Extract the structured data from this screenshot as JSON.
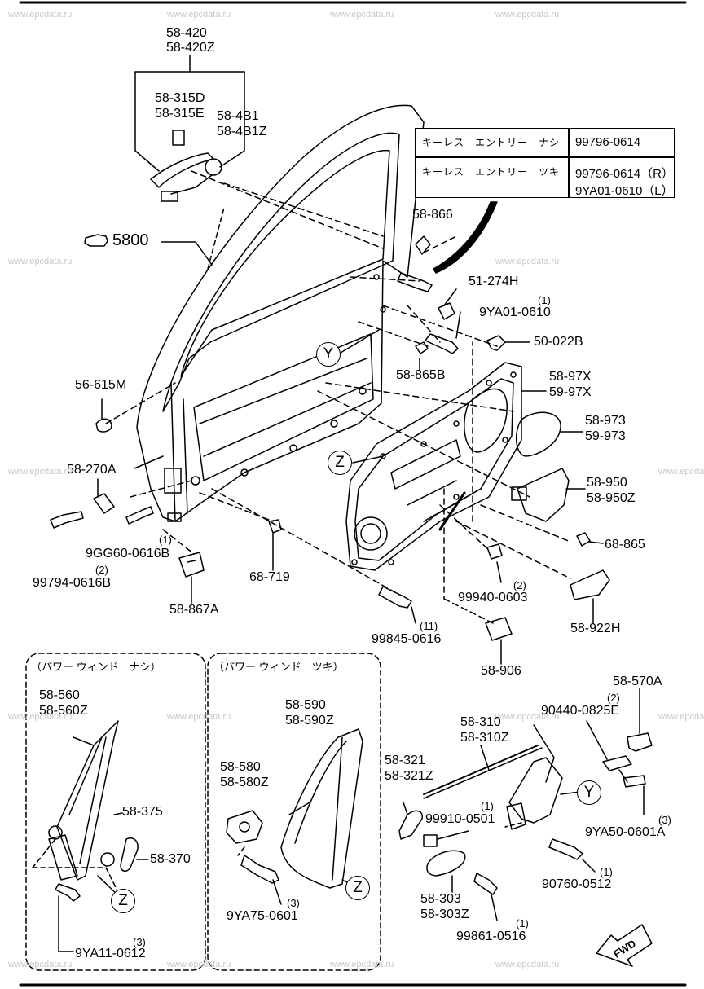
{
  "watermark": "www.epcdata.ru",
  "reference_table": {
    "rows": [
      {
        "name": "キーレス　エントリー　ナシ",
        "code": "99796-0614"
      },
      {
        "name": "キーレス　エントリー　ツキ",
        "code": "99796-0614（R）",
        "code2": "9YA01-0610（L）"
      }
    ]
  },
  "main_ref": "5800",
  "callouts": {
    "y": "Y",
    "z": "Z"
  },
  "sections": {
    "no_power_window": "（パワー ウィンド　ナシ）",
    "power_window": "（パワー ウィンド　ツキ）"
  },
  "labels": {
    "p58_420": "58-420",
    "p58_420Z": "58-420Z",
    "p58_315D": "58-315D",
    "p58_315E": "58-315E",
    "p58_4B1": "58-4B1",
    "p58_4B1Z": "58-4B1Z",
    "p58_866": "58-866",
    "p51_274H": "51-274H",
    "q1_9ya01": "(1)",
    "p9YA01_0610": "9YA01-0610",
    "p50_022B": "50-022B",
    "p58_865B": "58-865B",
    "p56_615M": "56-615M",
    "p58_97X": "58-97X",
    "p59_97X": "59-97X",
    "p58_973": "58-973",
    "p59_973": "59-973",
    "p58_270A": "58-270A",
    "p58_950": "58-950",
    "p58_950Z": "58-950Z",
    "p68_865": "68-865",
    "q1_9gg": "(1)",
    "p9GG60_0616B": "9GG60-0616B",
    "q2_99794": "(2)",
    "p99794_0616B": "99794-0616B",
    "p68_719": "68-719",
    "p58_867A": "58-867A",
    "q2_99940": "(2)",
    "p99940_0603": "99940-0603",
    "q11": "(11)",
    "p99845_0616": "99845-0616",
    "p58_922H": "58-922H",
    "p58_906": "58-906",
    "p58_560": "58-560",
    "p58_560Z": "58-560Z",
    "p58_375": "58-375",
    "p58_370": "58-370",
    "q3_9ya11": "(3)",
    "p9YA11_0612": "9YA11-0612",
    "p58_590": "58-590",
    "p58_590Z": "58-590Z",
    "p58_580": "58-580",
    "p58_580Z": "58-580Z",
    "q3_9ya75": "(3)",
    "p9YA75_0601": "9YA75-0601",
    "p58_570A": "58-570A",
    "q2_90440": "(2)",
    "p90440_0825E": "90440-0825E",
    "p58_310": "58-310",
    "p58_310Z": "58-310Z",
    "p58_321": "58-321",
    "p58_321Z": "58-321Z",
    "q1_99910": "(1)",
    "p99910_0501": "99910-0501",
    "q3_9ya50": "(3)",
    "p9YA50_0601A": "9YA50-0601A",
    "q1_90760": "(1)",
    "p90760_0512": "90760-0512",
    "p58_303": "58-303",
    "p58_303Z": "58-303Z",
    "q1_99861": "(1)",
    "p99861_0516": "99861-0516",
    "fwd": "FWD"
  }
}
